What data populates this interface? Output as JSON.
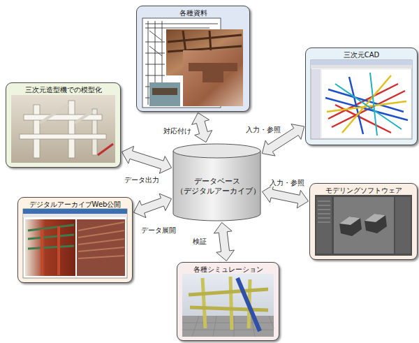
{
  "diagram": {
    "nodes": [
      {
        "text": [
          "各種資料"
        ]
      },
      {
        "text": [
          "三次元CAD"
        ]
      },
      {
        "text": [
          "三次元造型機での模型化"
        ]
      },
      {
        "text": [
          "データベース （デジタルアーカイブ）"
        ]
      },
      {
        "text": [
          "モデリングソフトウェア"
        ]
      },
      {
        "text": [
          "デジタルアーカイブWeb公開"
        ]
      },
      {
        "text": [
          "各種シミュレーション"
        ]
      }
    ],
    "edges": [
      {
        "from": 3,
        "to": 0,
        "arrow": "both",
        "label": "対応付け"
      },
      {
        "from": 3,
        "to": 1,
        "arrow": "both",
        "label": "入力・参照"
      },
      {
        "from": 3,
        "to": 2,
        "arrow": "both",
        "label": "データ出力"
      },
      {
        "from": 3,
        "to": 4,
        "arrow": "both",
        "label": "入力・参照"
      },
      {
        "from": 3,
        "to": 5,
        "arrow": "both",
        "label": "データ展開"
      },
      {
        "from": 3,
        "to": 6,
        "arrow": "both",
        "label": "検証"
      }
    ]
  }
}
